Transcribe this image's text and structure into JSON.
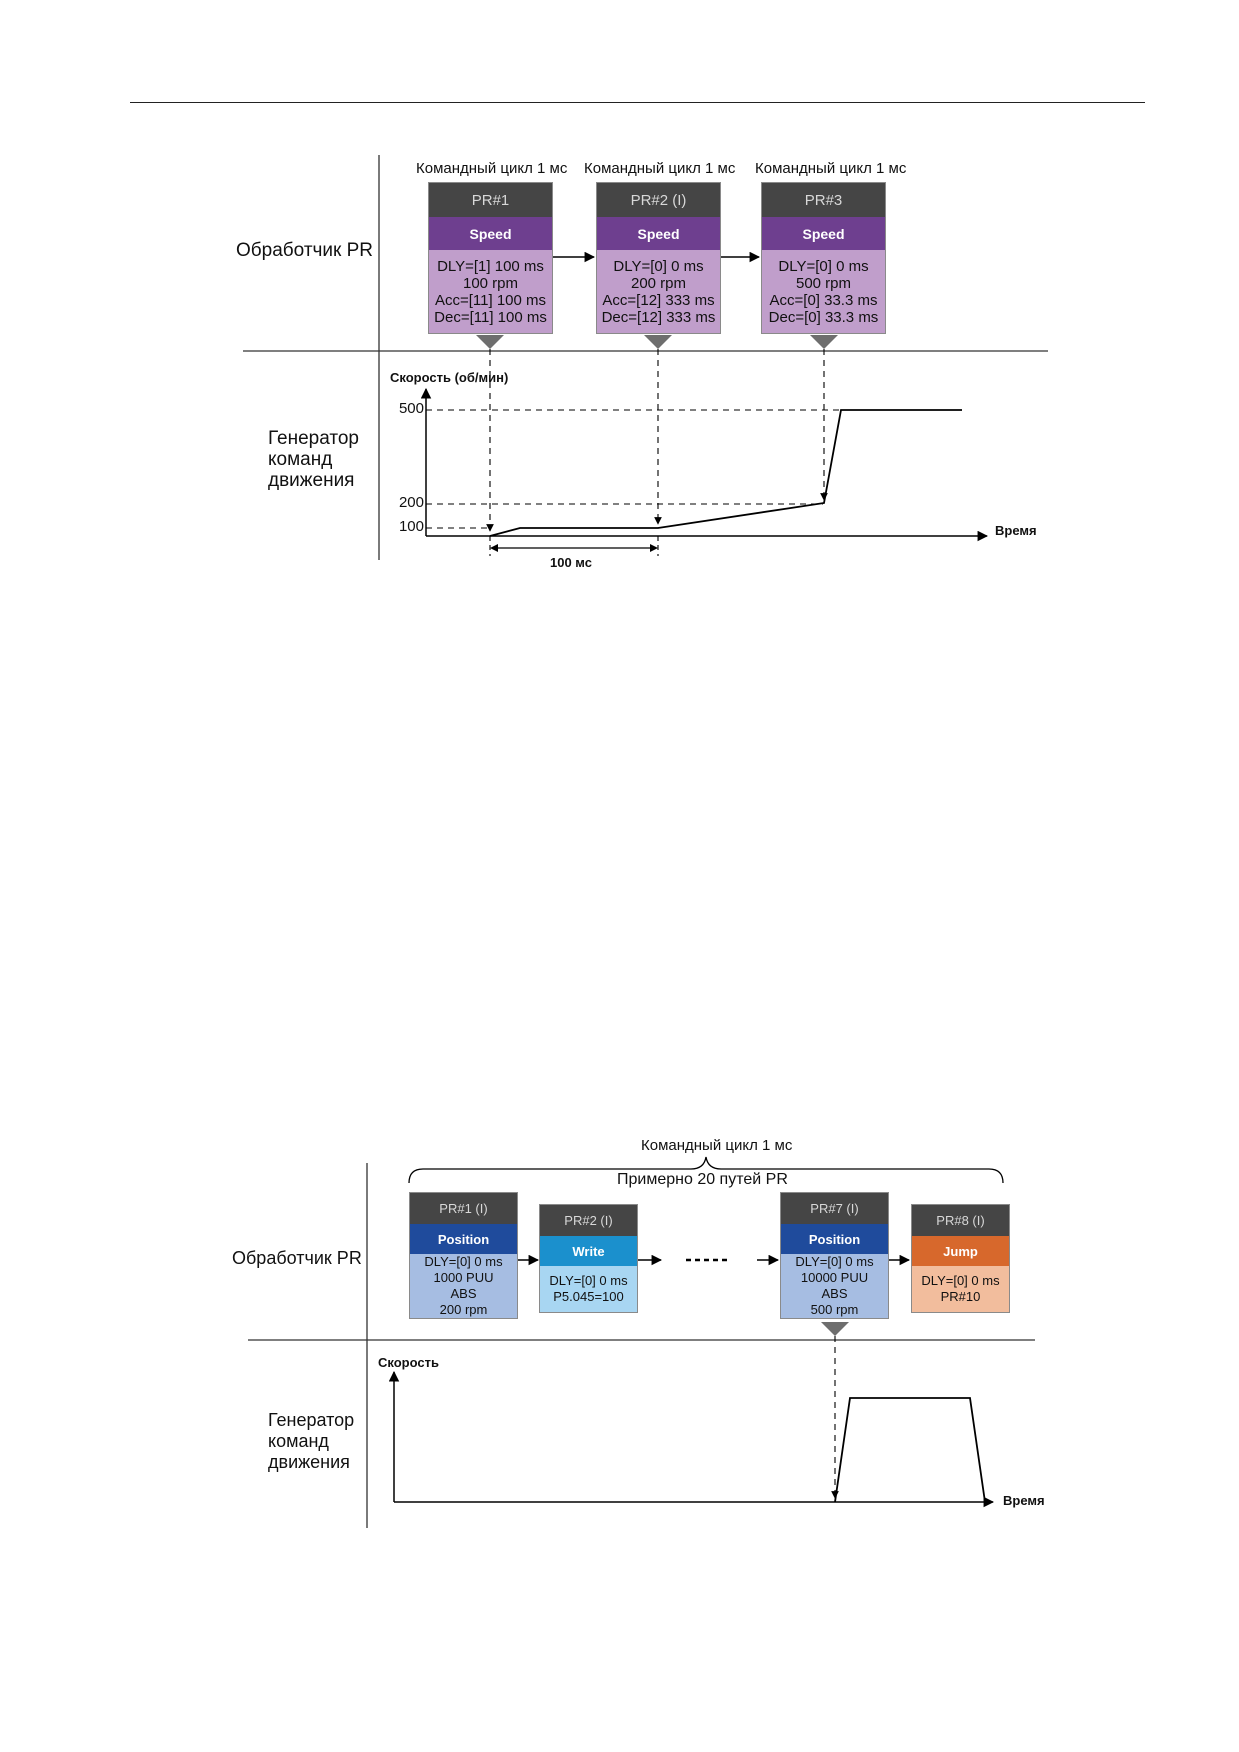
{
  "diagram1": {
    "cycle_labels": [
      "Командный цикл 1 мс",
      "Командный цикл 1 мс",
      "Командный цикл 1 мс"
    ],
    "processor_label": "Обработчик PR",
    "generator_label": [
      "Генератор",
      "команд",
      "движения"
    ],
    "boxes": [
      {
        "header": "PR#1",
        "mode": "Speed",
        "lines": [
          "DLY=[1] 100 ms",
          "100 rpm",
          "Acc=[11] 100 ms",
          "Dec=[11] 100 ms"
        ]
      },
      {
        "header": "PR#2 (I)",
        "mode": "Speed",
        "lines": [
          "DLY=[0] 0 ms",
          "200 rpm",
          "Acc=[12] 333 ms",
          "Dec=[12] 333 ms"
        ]
      },
      {
        "header": "PR#3",
        "mode": "Speed",
        "lines": [
          "DLY=[0] 0 ms",
          "500 rpm",
          "Acc=[0] 33.3 ms",
          "Dec=[0] 33.3 ms"
        ]
      }
    ],
    "y_axis_label": "Скорость  (об/мин)",
    "y_ticks": [
      "500",
      "200",
      "100"
    ],
    "x_axis_label": "Время",
    "interval_label": "100 мс"
  },
  "diagram2": {
    "cycle_label": "Командный цикл 1 мс",
    "paths_label": "Примерно 20 путей PR",
    "processor_label": "Обработчик PR",
    "generator_label": [
      "Генератор",
      "команд",
      "движения"
    ],
    "boxes": [
      {
        "header": "PR#1 (I)",
        "mode": "Position",
        "lines": [
          "DLY=[0] 0 ms",
          "1000 PUU",
          "ABS",
          "200 rpm"
        ]
      },
      {
        "header": "PR#2 (I)",
        "mode": "Write",
        "lines": [
          "DLY=[0] 0 ms",
          "P5.045=100"
        ]
      },
      {
        "header": "PR#7 (I)",
        "mode": "Position",
        "lines": [
          "DLY=[0] 0 ms",
          "10000 PUU",
          "ABS",
          "500 rpm"
        ]
      },
      {
        "header": "PR#8 (I)",
        "mode": "Jump",
        "lines": [
          "DLY=[0] 0 ms",
          "PR#10"
        ]
      }
    ],
    "y_axis_label": "Скорость",
    "x_axis_label": "Время"
  },
  "colors": {
    "header": "#454545",
    "speed_mode": "#6e3f8f",
    "speed_body": "#c09ecb",
    "position_mode": "#1f4b9c",
    "position_body": "#a6bde2",
    "write_mode": "#1b90cd",
    "write_body": "#a8d6f2",
    "jump_mode": "#d7682c",
    "jump_body": "#f2bd9d"
  }
}
